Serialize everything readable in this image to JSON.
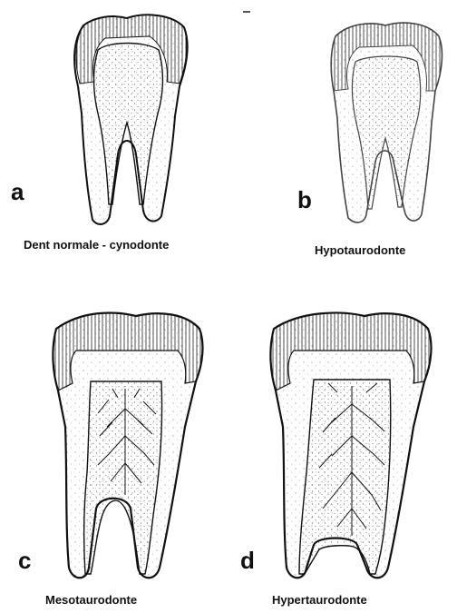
{
  "panels": [
    {
      "letter": "a",
      "caption": "Dent normale - cynodonte"
    },
    {
      "letter": "b",
      "caption": "Hypotaurodonte"
    },
    {
      "letter": "c",
      "caption": "Mesotaurodonte"
    },
    {
      "letter": "d",
      "caption": "Hypertaurodonte"
    }
  ]
}
